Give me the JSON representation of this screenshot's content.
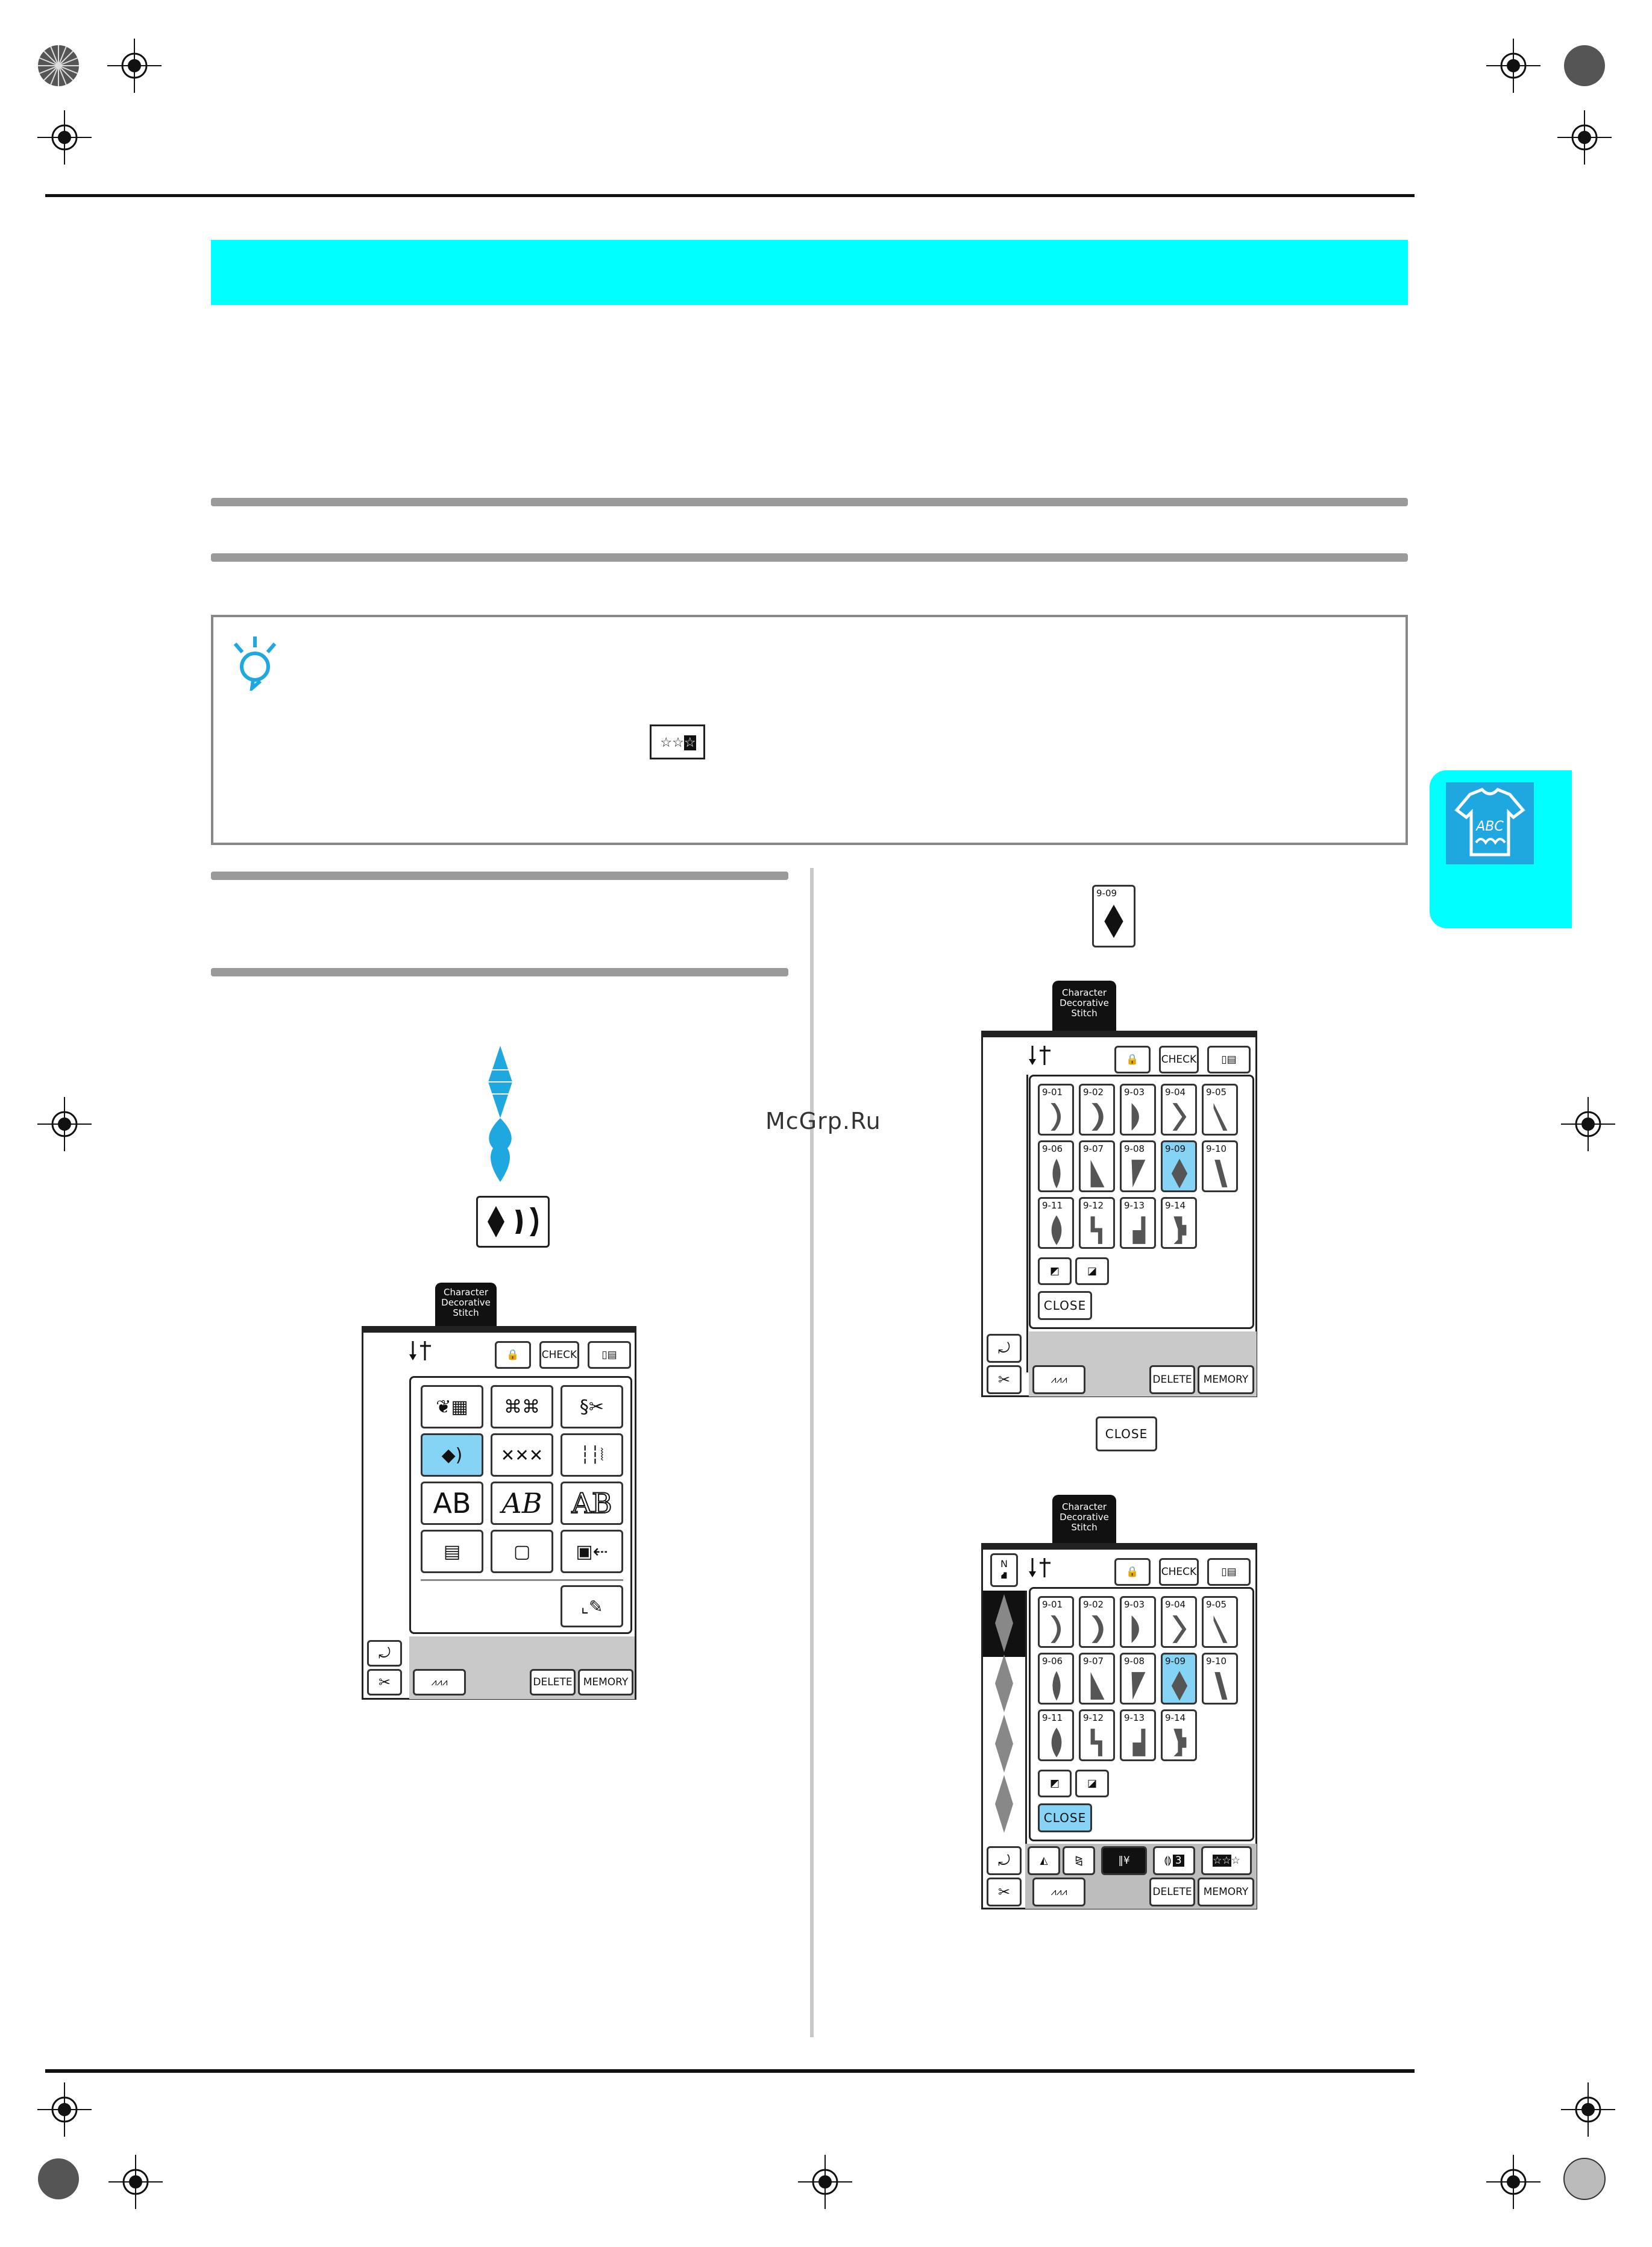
{
  "watermark": "McGrp.Ru",
  "stitch_button_icon": "stars-decorative-icon",
  "screen_header": {
    "line1": "Character",
    "line2": "Decorative",
    "line3": "Stitch"
  },
  "buttons": {
    "check": "CHECK",
    "delete": "DELETE",
    "memory": "MEMORY",
    "close": "CLOSE"
  },
  "pattern_selected": "9-09",
  "stitch_grid_rows": [
    [
      "9-01",
      "9-02",
      "9-03",
      "9-04",
      "9-05"
    ],
    [
      "9-06",
      "9-07",
      "9-08",
      "9-09",
      "9-10"
    ],
    [
      "9-11",
      "9-12",
      "9-13",
      "9-14"
    ]
  ],
  "category_grid_text": {
    "block_letters": "AB",
    "script_letters": "AB",
    "outline_letters": "AB"
  },
  "mode_indicator": "N",
  "stitch_counter": "3",
  "colors": {
    "cyan_accent": "#00ffff",
    "selected_key": "#86d4f5",
    "icon_blue": "#1fa7e0"
  }
}
